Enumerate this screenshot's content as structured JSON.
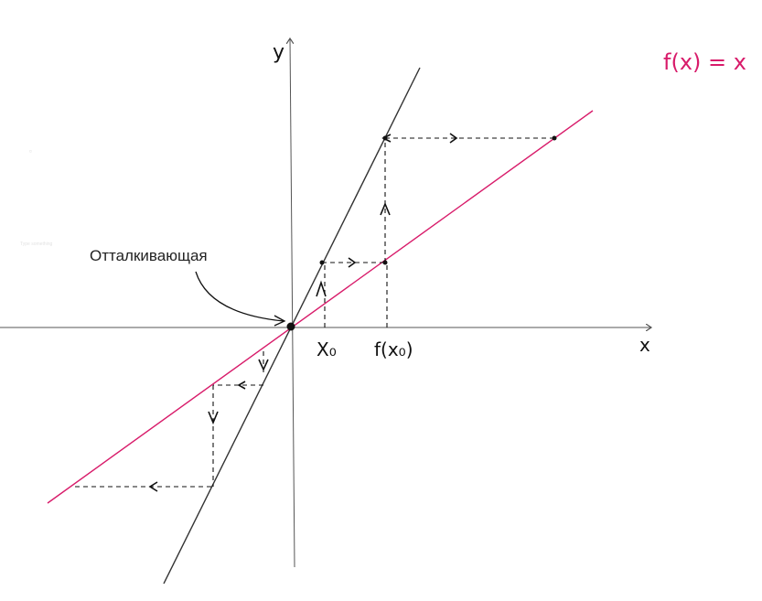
{
  "labels": {
    "y_axis": "y",
    "x_axis": "x",
    "x0": "X₀",
    "f_x0": "f(x₀)",
    "function": "f(x) = x",
    "repelling_point": "Отталкивающая"
  },
  "faint_text": {
    "dot": "¤",
    "placeholder": "Type something"
  },
  "colors": {
    "axis": "#555555",
    "steep_line": "#333333",
    "identity_line": "#d81b6a",
    "ink": "#111111"
  }
}
